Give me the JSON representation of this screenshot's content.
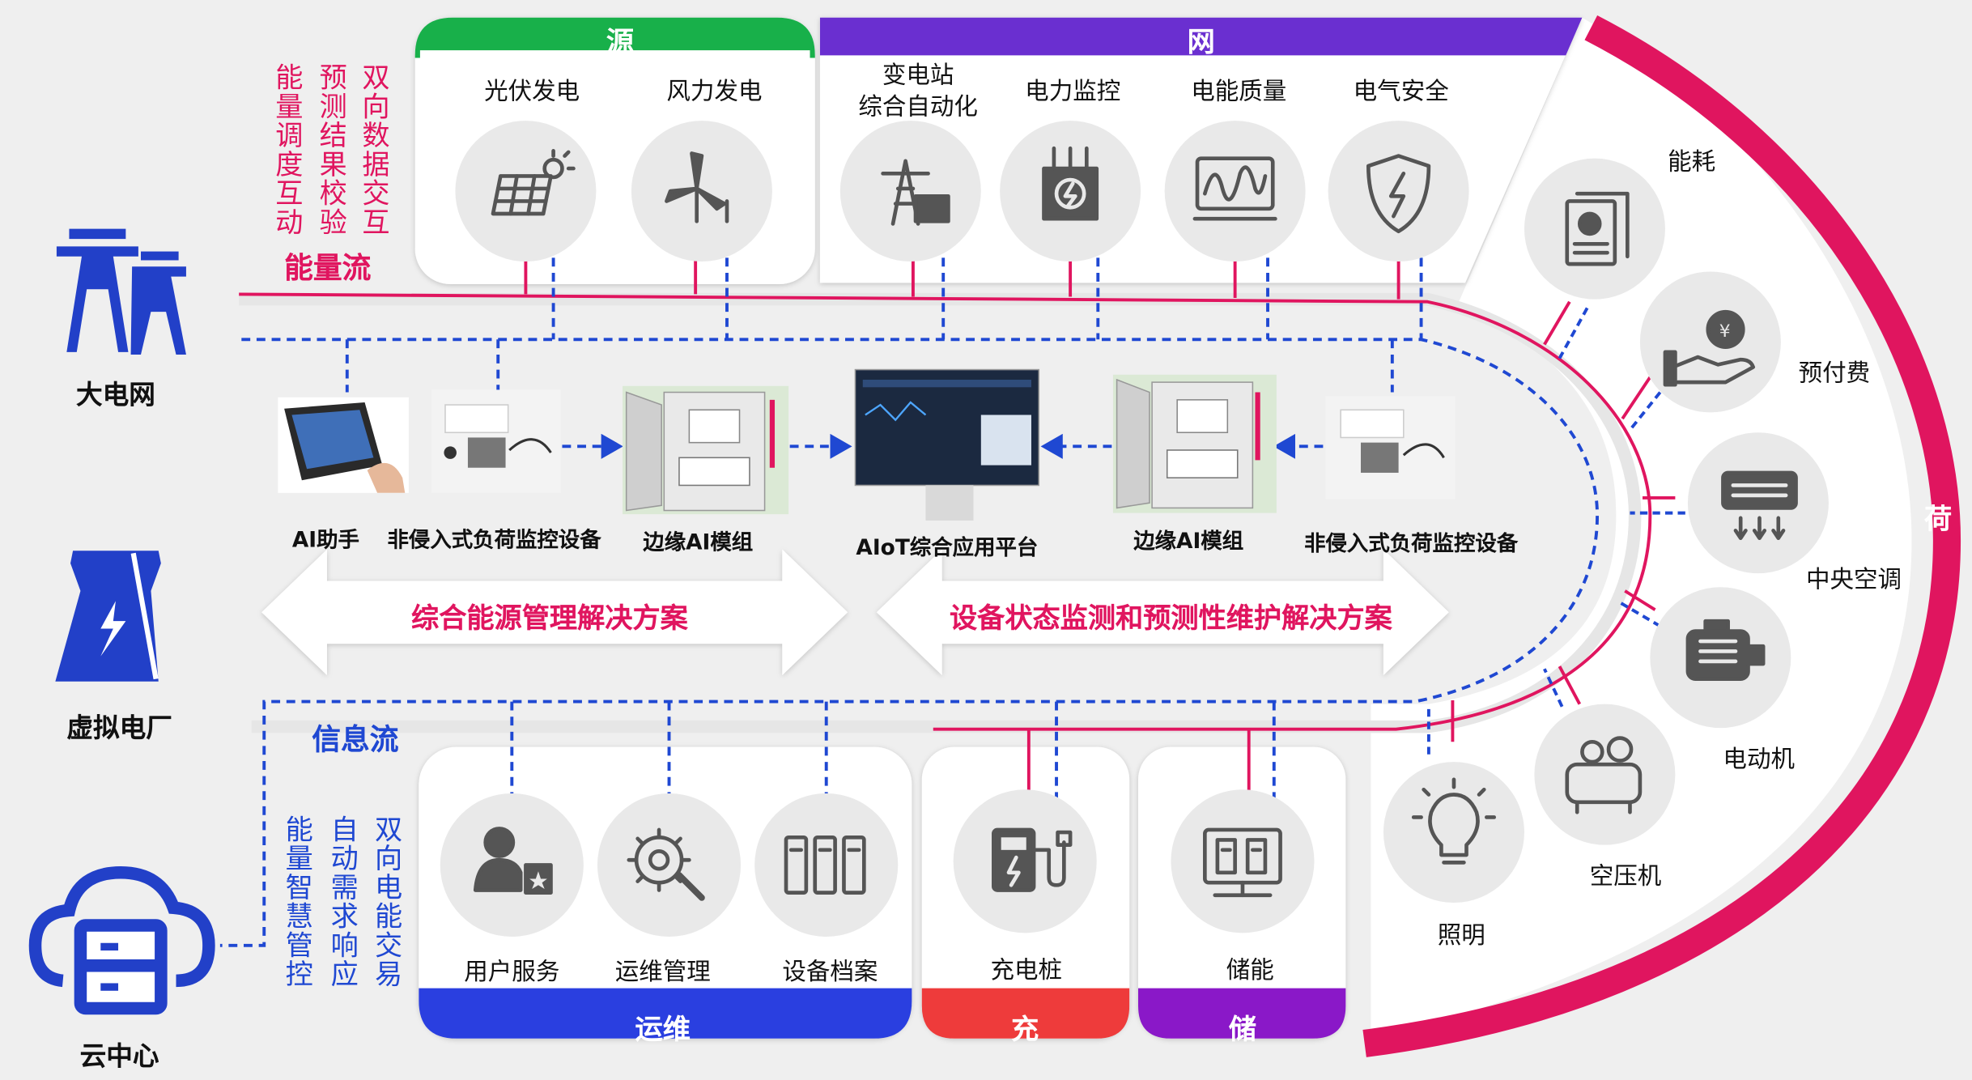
{
  "left_sidebar": {
    "grid_label": "大电网",
    "vpp_label": "虚拟电厂",
    "cloud_label": "云中心"
  },
  "energy_flow": {
    "title": "能量流",
    "lines": [
      "双向数据交互",
      "预测结果校验",
      "能量调度互动"
    ]
  },
  "info_flow": {
    "title": "信息流",
    "lines": [
      "双向电能交易",
      "自动需求响应",
      "能量智慧管控"
    ]
  },
  "source_panel": {
    "header": "源",
    "items": [
      "光伏发电",
      "风力发电"
    ]
  },
  "grid_panel": {
    "header": "网",
    "items": [
      "变电站\n综合自动化",
      "电力监控",
      "电能质量",
      "电气安全"
    ]
  },
  "load_panel": {
    "header": "荷",
    "items": [
      "能耗",
      "预付费",
      "中央空调",
      "电动机",
      "空压机",
      "照明"
    ]
  },
  "ops_panel": {
    "header": "运维",
    "items": [
      "用户服务",
      "运维管理",
      "设备档案"
    ]
  },
  "charge_panel": {
    "header": "充",
    "items": [
      "充电桩"
    ]
  },
  "storage_panel": {
    "header": "储",
    "items": [
      "储能"
    ]
  },
  "devices": {
    "ai_assistant": "AI助手",
    "nilm_left": "非侵入式负荷监控设备",
    "edge_ai_left": "边缘AI模组",
    "aiot_platform": "AIoT综合应用平台",
    "edge_ai_right": "边缘AI模组",
    "nilm_right": "非侵入式负荷监控设备"
  },
  "solutions": {
    "left": "综合能源管理解决方案",
    "right": "设备状态监测和预测性维护解决方案"
  },
  "colors": {
    "pink": "#e0155f",
    "blue": "#1f48d2",
    "green": "#18b04a",
    "purple": "#6a2fd0",
    "ops_blue": "#2a3fe0",
    "charge_red": "#ee3b3b",
    "storage_purple": "#8a18c8"
  }
}
